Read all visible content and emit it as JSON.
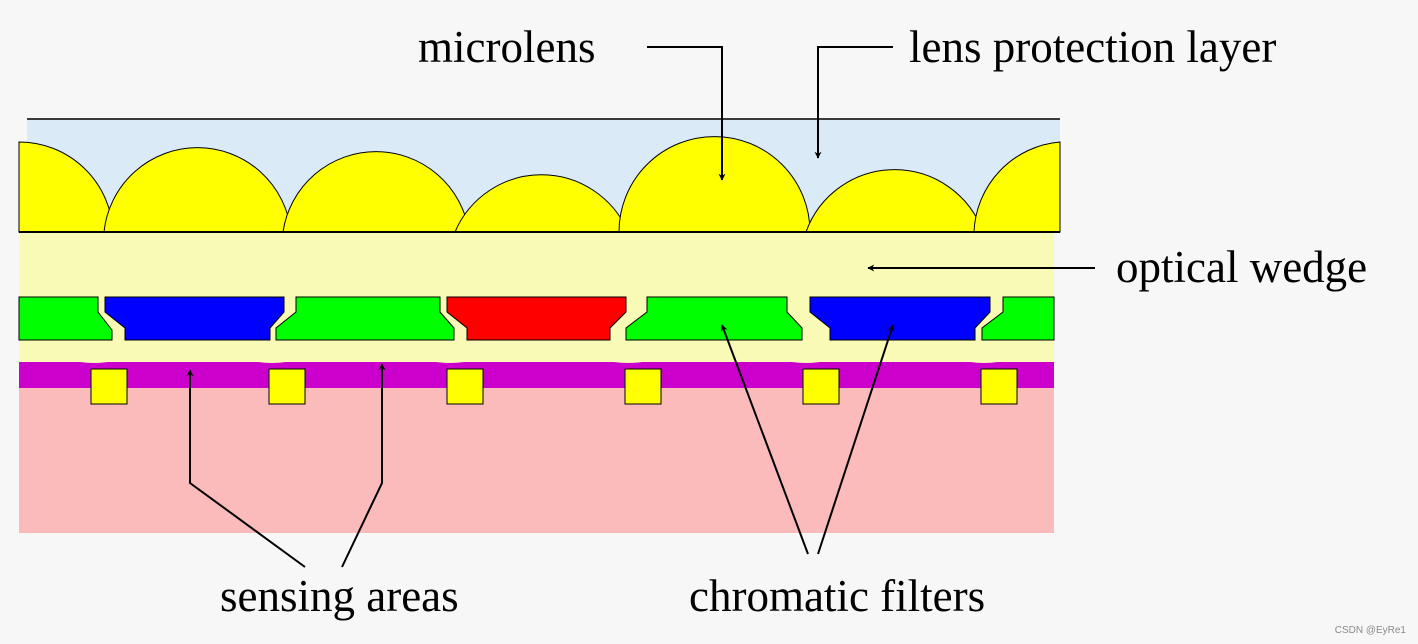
{
  "labels": {
    "microlens": "microlens",
    "lens_protection_layer": "lens protection layer",
    "optical_wedge": "optical wedge",
    "sensing_areas": "sensing areas",
    "chromatic_filters": "chromatic filters"
  },
  "watermark": "CSDN @EyRe1",
  "colors": {
    "protection_layer": "#dbeaf7",
    "microlens": "#ffff00",
    "optical_wedge": "#fafab7",
    "filter_green": "#00ff00",
    "filter_blue": "#0000ff",
    "filter_red": "#ff0000",
    "metal_layer": "#cc00cc",
    "sensing_pad": "#ffff00",
    "substrate": "#fbbbbb"
  },
  "filter_sequence": [
    "green",
    "blue",
    "green",
    "red",
    "green",
    "blue",
    "green"
  ]
}
